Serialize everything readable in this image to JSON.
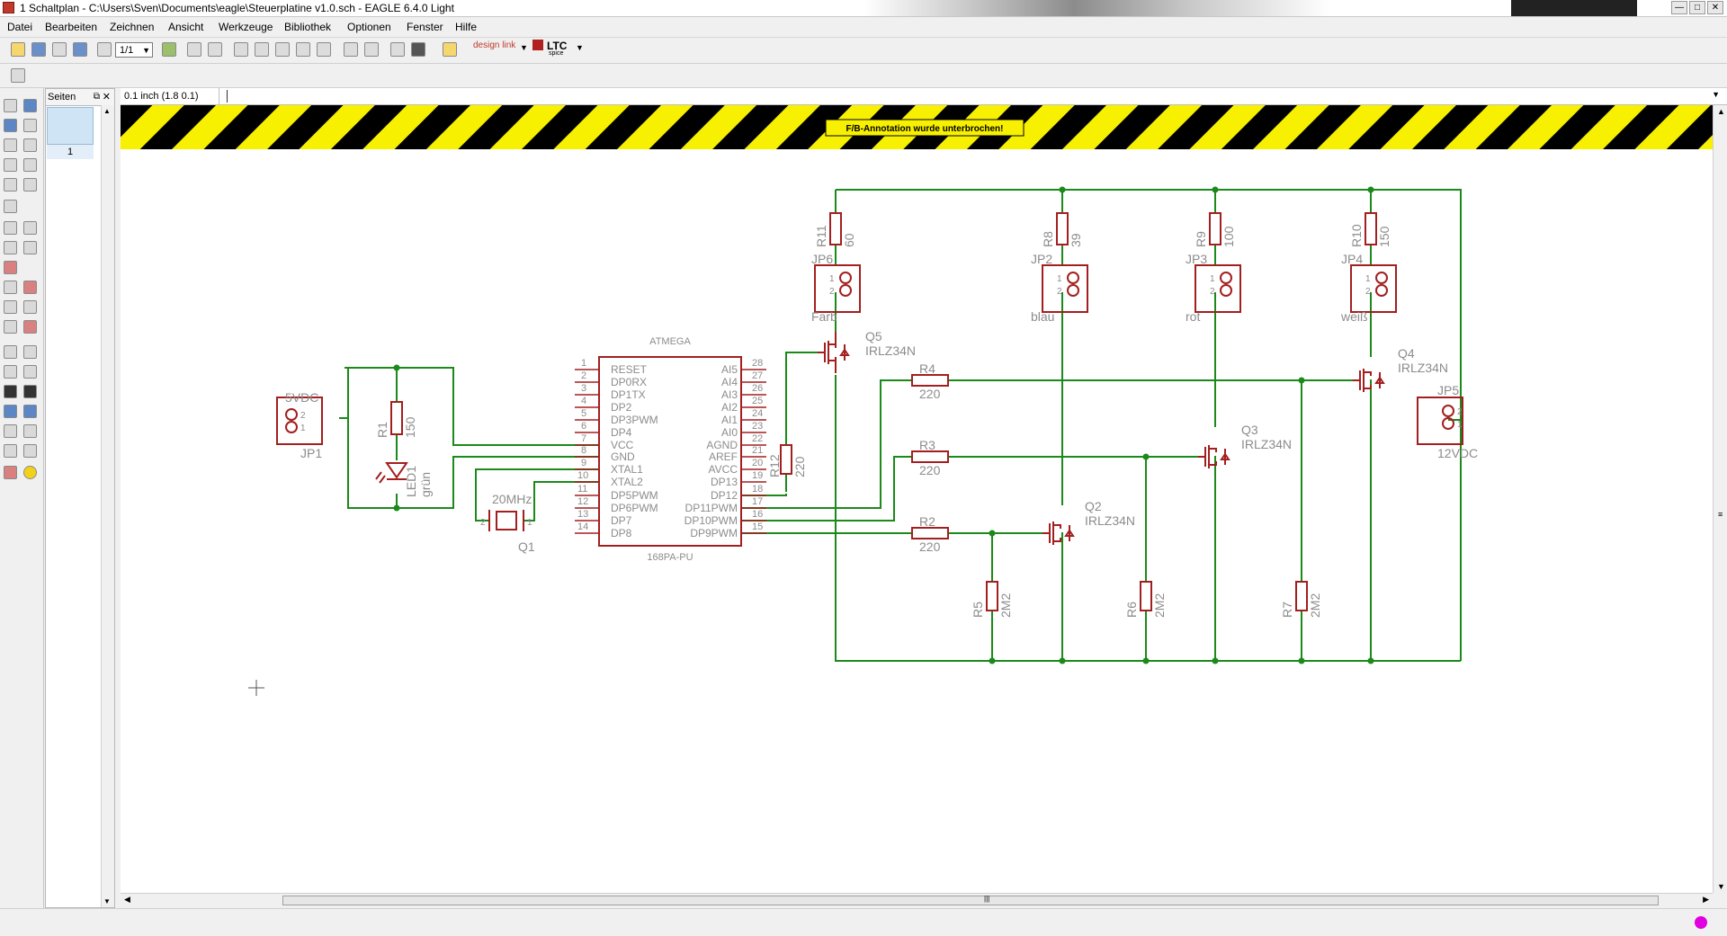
{
  "window": {
    "title": "1 Schaltplan - C:\\Users\\Sven\\Documents\\eagle\\Steuerplatine v1.0.sch - EAGLE 6.4.0 Light",
    "buttons": [
      "—",
      "□",
      "✕"
    ]
  },
  "menu": {
    "items": [
      "Datei",
      "Bearbeiten",
      "Zeichnen",
      "Ansicht",
      "Werkzeuge",
      "Bibliothek",
      "Optionen",
      "Fenster",
      "Hilfe"
    ]
  },
  "toolbar": {
    "sheet_select": "1/1",
    "designlink_label": "design link",
    "ltc_label": "LTC",
    "ltc_sub": "spice"
  },
  "pages_panel": {
    "title": "Seiten",
    "page_number": "1"
  },
  "command": {
    "coordinate": "0.1 inch (1.8 0.1)",
    "input_value": ""
  },
  "schematic": {
    "banner": "F/B-Annotation wurde unterbrochen!",
    "colors": {
      "wire": "#1a8a1a",
      "part": "#a31f1f",
      "text": "#8c8c8c",
      "banner_yellow": "#f7f000",
      "banner_black": "#000000"
    },
    "ic": {
      "name": "ATMEGA",
      "value": "168PA-PU",
      "left_pins": [
        {
          "num": "1",
          "label": "RESET"
        },
        {
          "num": "2",
          "label": "DP0RX"
        },
        {
          "num": "3",
          "label": "DP1TX"
        },
        {
          "num": "4",
          "label": "DP2"
        },
        {
          "num": "5",
          "label": "DP3PWM"
        },
        {
          "num": "6",
          "label": "DP4"
        },
        {
          "num": "7",
          "label": "VCC"
        },
        {
          "num": "8",
          "label": "GND"
        },
        {
          "num": "9",
          "label": "XTAL1"
        },
        {
          "num": "10",
          "label": "XTAL2"
        },
        {
          "num": "11",
          "label": "DP5PWM"
        },
        {
          "num": "12",
          "label": "DP6PWM"
        },
        {
          "num": "13",
          "label": "DP7"
        },
        {
          "num": "14",
          "label": "DP8"
        }
      ],
      "right_pins": [
        {
          "num": "28",
          "label": "AI5"
        },
        {
          "num": "27",
          "label": "AI4"
        },
        {
          "num": "26",
          "label": "AI3"
        },
        {
          "num": "25",
          "label": "AI2"
        },
        {
          "num": "24",
          "label": "AI1"
        },
        {
          "num": "23",
          "label": "AI0"
        },
        {
          "num": "22",
          "label": "AGND"
        },
        {
          "num": "21",
          "label": "AREF"
        },
        {
          "num": "20",
          "label": "AVCC"
        },
        {
          "num": "19",
          "label": "DP13"
        },
        {
          "num": "18",
          "label": "DP12"
        },
        {
          "num": "17",
          "label": "DP11PWM"
        },
        {
          "num": "16",
          "label": "DP10PWM"
        },
        {
          "num": "15",
          "label": "DP9PWM"
        }
      ]
    },
    "connectors": {
      "jp1": {
        "name": "JP1",
        "value": "5VDC"
      },
      "jp5": {
        "name": "JP5",
        "value": "12VDC"
      },
      "jp6": {
        "name": "JP6",
        "value": "Farb"
      },
      "jp2": {
        "name": "JP2",
        "value": "blau"
      },
      "jp3": {
        "name": "JP3",
        "value": "rot"
      },
      "jp4": {
        "name": "JP4",
        "value": "weiß"
      }
    },
    "resistors": {
      "r1": {
        "name": "R1",
        "value": "150"
      },
      "r2": {
        "name": "R2",
        "value": "220"
      },
      "r3": {
        "name": "R3",
        "value": "220"
      },
      "r4": {
        "name": "R4",
        "value": "220"
      },
      "r5": {
        "name": "R5",
        "value": "2M2"
      },
      "r6": {
        "name": "R6",
        "value": "2M2"
      },
      "r7": {
        "name": "R7",
        "value": "2M2"
      },
      "r8": {
        "name": "R8",
        "value": "39"
      },
      "r9": {
        "name": "R9",
        "value": "100"
      },
      "r10": {
        "name": "R10",
        "value": "150"
      },
      "r11": {
        "name": "R11",
        "value": "60"
      },
      "r12": {
        "name": "R12",
        "value": "220"
      }
    },
    "led": {
      "name": "LED1",
      "value": "grün"
    },
    "crystal": {
      "name": "Q1",
      "value": "20MHz"
    },
    "mosfets": {
      "q2": {
        "name": "Q2",
        "value": "IRLZ34N"
      },
      "q3": {
        "name": "Q3",
        "value": "IRLZ34N"
      },
      "q4": {
        "name": "Q4",
        "value": "IRLZ34N"
      },
      "q5": {
        "name": "Q5",
        "value": "IRLZ34N"
      }
    },
    "pin_labels": {
      "one": "1",
      "two": "2"
    }
  },
  "status": {
    "indicator_color": "#e000e0"
  }
}
